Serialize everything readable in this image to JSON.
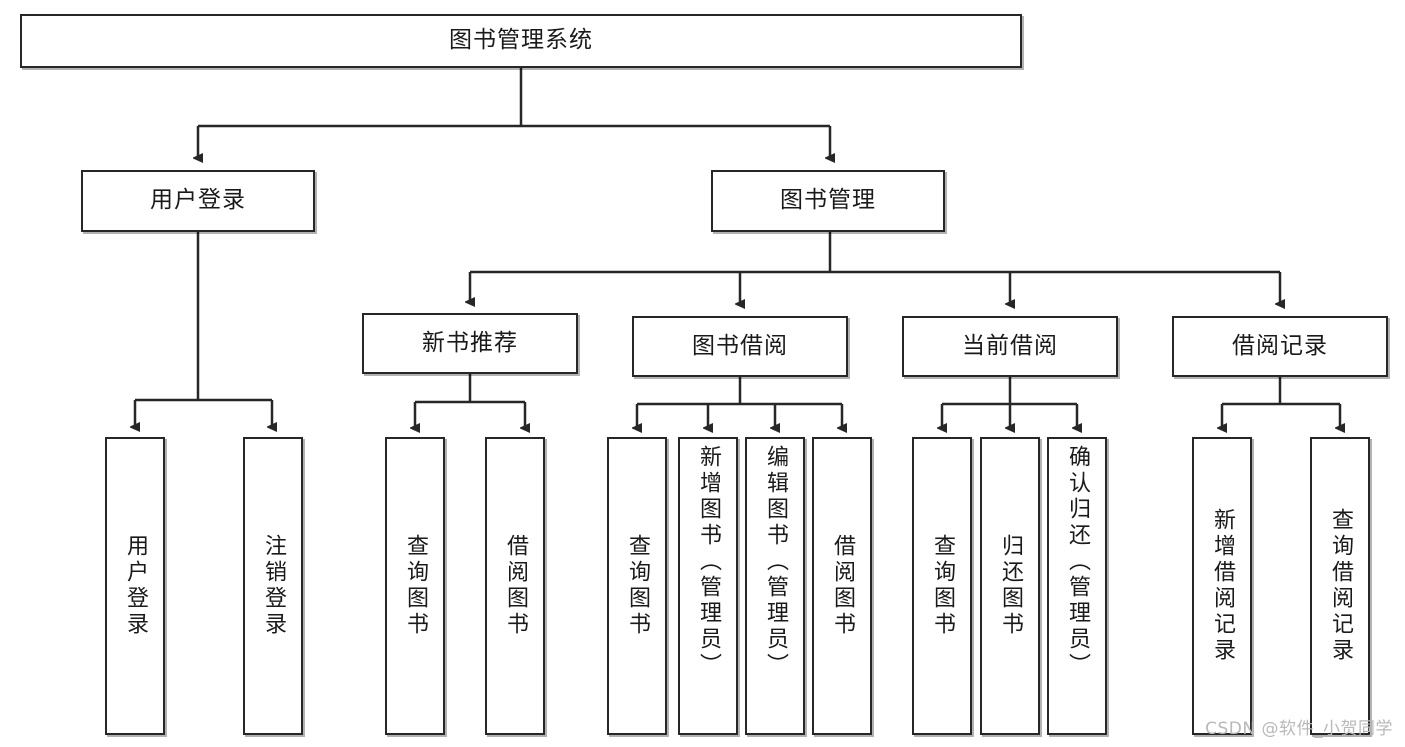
{
  "diagram": {
    "title": "图书管理系统",
    "watermark": "CSDN @软件_小贺同学",
    "root": {
      "label": "图书管理系统"
    },
    "level2": [
      {
        "label": "用户登录"
      },
      {
        "label": "图书管理"
      }
    ],
    "level3": [
      {
        "label": "新书推荐"
      },
      {
        "label": "图书借阅"
      },
      {
        "label": "当前借阅"
      },
      {
        "label": "借阅记录"
      }
    ],
    "leaves": {
      "user_login": [
        {
          "label": "用户登录"
        },
        {
          "label": "注销登录"
        }
      ],
      "new_book": [
        {
          "label": "查询图书"
        },
        {
          "label": "借阅图书"
        }
      ],
      "book_borrow": [
        {
          "label": "查询图书"
        },
        {
          "label": "新增图书（管理员）"
        },
        {
          "label": "编辑图书（管理员）"
        },
        {
          "label": "借阅图书"
        }
      ],
      "current_borrow": [
        {
          "label": "查询图书"
        },
        {
          "label": "归还图书"
        },
        {
          "label": "确认归还（管理员）"
        }
      ],
      "borrow_record": [
        {
          "label": "新增借阅记录"
        },
        {
          "label": "查询借阅记录"
        }
      ]
    }
  },
  "colors": {
    "stroke": "#272727",
    "text": "#1a1a1a",
    "background": "#ffffff",
    "watermark": "#b9b9b9"
  }
}
